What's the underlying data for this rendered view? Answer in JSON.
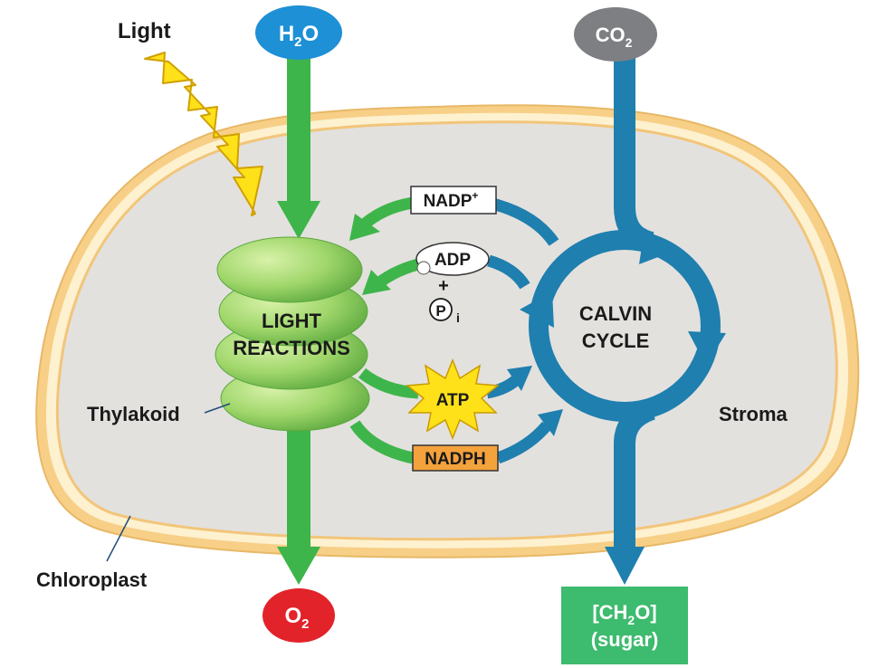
{
  "labels": {
    "light": "Light",
    "thylakoid": "Thylakoid",
    "chloroplast": "Chloroplast",
    "stroma": "Stroma",
    "light_reactions_line1": "LIGHT",
    "light_reactions_line2": "REACTIONS",
    "calvin_line1": "CALVIN",
    "calvin_line2": "CYCLE"
  },
  "inputs": {
    "water": {
      "base": "H",
      "sub": "2",
      "tail": "O",
      "color": "#1e90d6"
    },
    "co2": {
      "base": "CO",
      "sub": "2",
      "color": "#7d7f82"
    }
  },
  "outputs": {
    "oxygen": {
      "base": "O",
      "sub": "2",
      "color": "#e2232a"
    },
    "sugar": {
      "line1_pre": "[CH",
      "line1_sub": "2",
      "line1_post": "O]",
      "line2": "(sugar)",
      "color": "#3dbb6e"
    }
  },
  "molecules": {
    "nadp_base": "NADP",
    "nadp_sup": "+",
    "adp": "ADP",
    "plus": "+",
    "pi_circle": "P",
    "pi_sub": "i",
    "atp": "ATP",
    "nadph": "NADPH"
  },
  "colors": {
    "stroma_fill": "#e3e1de",
    "membrane_outer": "#f7cf86",
    "membrane_inner": "#fdf1cf",
    "green_arrow": "#3db54a",
    "blue_arrow": "#1f7fae",
    "lightning": "#ffe11a",
    "atp_star": "#ffe11a",
    "nadph_box": "#f4a23c"
  }
}
